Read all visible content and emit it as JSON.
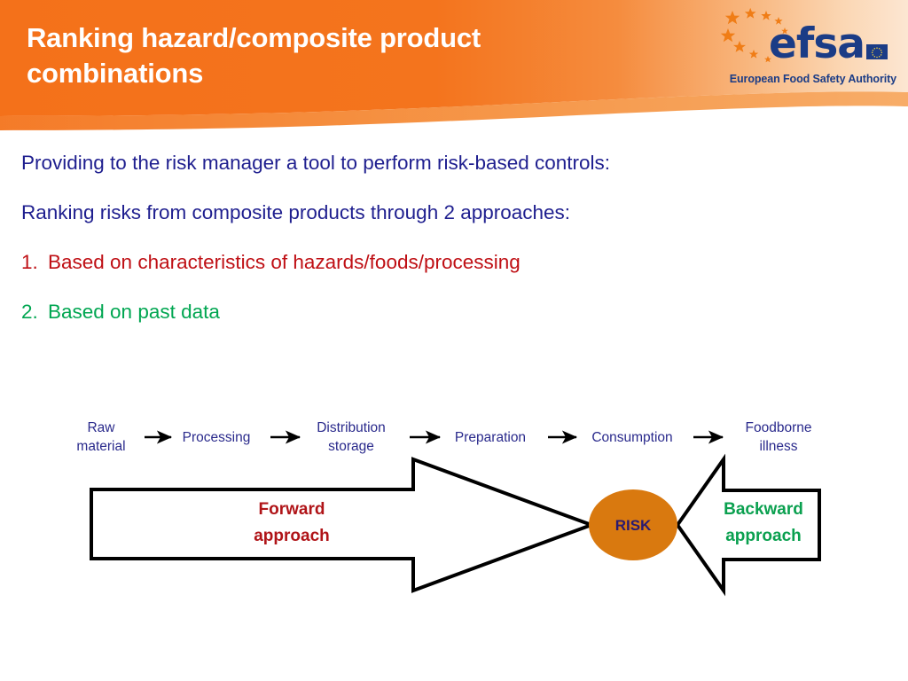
{
  "header": {
    "title": "Ranking hazard/composite product\ncombinations",
    "band_color_left": "#f4711a",
    "band_color_right": "#fbe2c8",
    "swoosh_color": "#f5a košice"
  },
  "logo": {
    "wordmark": "efsa",
    "tagline": "European Food Safety Authority",
    "star_color": "#f07d16",
    "text_color": "#1b3c86",
    "flag_name": "eu-flag-icon",
    "stars_name": "eu-stars-icon"
  },
  "body": {
    "paragraphs": [
      "Providing to the risk manager a tool to perform risk-based controls:",
      "Ranking risks from composite products through 2 approaches:"
    ],
    "numbered_items": [
      {
        "num": "1.",
        "text": "Based on characteristics of hazards/foods/processing",
        "color": "#bf0f14"
      },
      {
        "num": "2.",
        "text": "Based on past data",
        "color": "#00a651"
      }
    ],
    "text_color": "#1f1f8f"
  },
  "diagram": {
    "chain": [
      {
        "line1": "Raw",
        "line2": "material"
      },
      {
        "line1": "Processing",
        "line2": ""
      },
      {
        "line1": "Distribution",
        "line2": "storage"
      },
      {
        "line1": "Preparation",
        "line2": ""
      },
      {
        "line1": "Consumption",
        "line2": ""
      },
      {
        "line1": "Foodborne",
        "line2": "illness"
      }
    ],
    "forward_arrow": {
      "line1": "Forward",
      "line2": "approach",
      "color": "#b01418"
    },
    "backward_arrow": {
      "line1": "Backward",
      "line2": "approach",
      "color": "#0aa04f"
    },
    "risk_node": {
      "label": "RISK",
      "fill": "#d9790f",
      "text_color": "#2a1a70"
    },
    "chain_label_color": "#2a2a8c",
    "stroke_color": "#000000"
  }
}
